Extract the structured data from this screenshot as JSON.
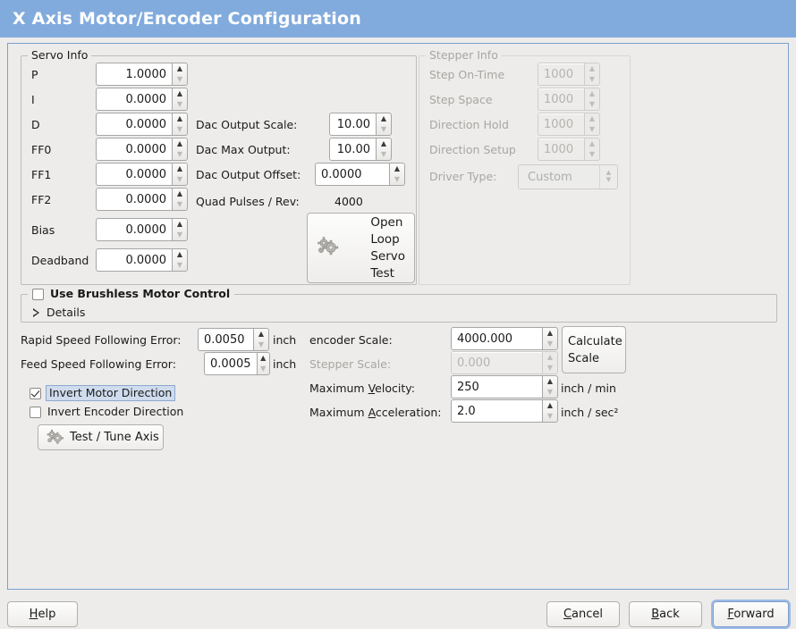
{
  "window": {
    "title": "X Axis Motor/Encoder Configuration",
    "accent": "#82abdd"
  },
  "servo": {
    "legend": "Servo Info",
    "rows": [
      {
        "label": "P",
        "value": "1.0000"
      },
      {
        "label": "I",
        "value": "0.0000"
      },
      {
        "label": "D",
        "value": "0.0000"
      },
      {
        "label": "FF0",
        "value": "0.0000"
      },
      {
        "label": "FF1",
        "value": "0.0000"
      },
      {
        "label": "FF2",
        "value": "0.0000"
      },
      {
        "label": "Bias",
        "value": "0.0000"
      },
      {
        "label": "Deadband",
        "value": "0.0000"
      }
    ],
    "dac": [
      {
        "label": "Dac Output Scale:",
        "value": "10.00"
      },
      {
        "label": "Dac Max Output:",
        "value": "10.00"
      },
      {
        "label": "Dac Output Offset:",
        "value": "0.0000"
      }
    ],
    "quad_label": "Quad Pulses / Rev:",
    "quad_value": "4000",
    "open_loop_button": "Open\nLoop\nServo\nTest",
    "open_loop_lines": [
      "Open",
      "Loop",
      "Servo",
      "Test"
    ]
  },
  "stepper": {
    "legend": "Stepper Info",
    "rows": [
      {
        "label": "Step On-Time",
        "value": "1000"
      },
      {
        "label": "Step Space",
        "value": "1000"
      },
      {
        "label": "Direction Hold",
        "value": "1000"
      },
      {
        "label": "Direction Setup",
        "value": "1000"
      }
    ],
    "driver_type_label": "Driver Type:",
    "driver_type_value": "Custom"
  },
  "brushless": {
    "checkbox_label": "Use Brushless Motor Control",
    "checked": false,
    "details_label": "Details",
    "details_expanded": false
  },
  "errors": {
    "rapid_label": "Rapid Speed Following Error:",
    "rapid_value": "0.0050",
    "rapid_unit": "inch",
    "feed_label": "Feed Speed Following Error:",
    "feed_value": "0.0005",
    "feed_unit": "inch"
  },
  "inverts": {
    "motor_label": "Invert Motor Direction",
    "motor_checked": true,
    "encoder_label": "Invert Encoder Direction",
    "encoder_checked": false
  },
  "test_tune_button": "Test / Tune Axis",
  "scales": {
    "encoder_label": "encoder Scale:",
    "encoder_value": "4000.000",
    "stepper_label": "Stepper Scale:",
    "stepper_value": "0.000",
    "calculate_lines": [
      "Calculate",
      "Scale"
    ],
    "max_velocity_label_pre": "Maximum ",
    "max_velocity_label_mn": "V",
    "max_velocity_label_post": "elocity:",
    "max_velocity_value": "250",
    "max_velocity_unit": "inch / min",
    "max_accel_label_pre": "Maximum ",
    "max_accel_label_mn": "A",
    "max_accel_label_post": "cceleration:",
    "max_accel_value": "2.0",
    "max_accel_unit": "inch / sec²"
  },
  "footer": {
    "help_pre": "H",
    "help_mn": "H",
    "help_post": "elp",
    "help": "Help",
    "cancel_mn": "C",
    "cancel_post": "ancel",
    "cancel": "Cancel",
    "back_mn": "B",
    "back_post": "ack",
    "back": "Back",
    "forward_mn": "F",
    "forward_post": "orward",
    "forward": "Forward"
  }
}
